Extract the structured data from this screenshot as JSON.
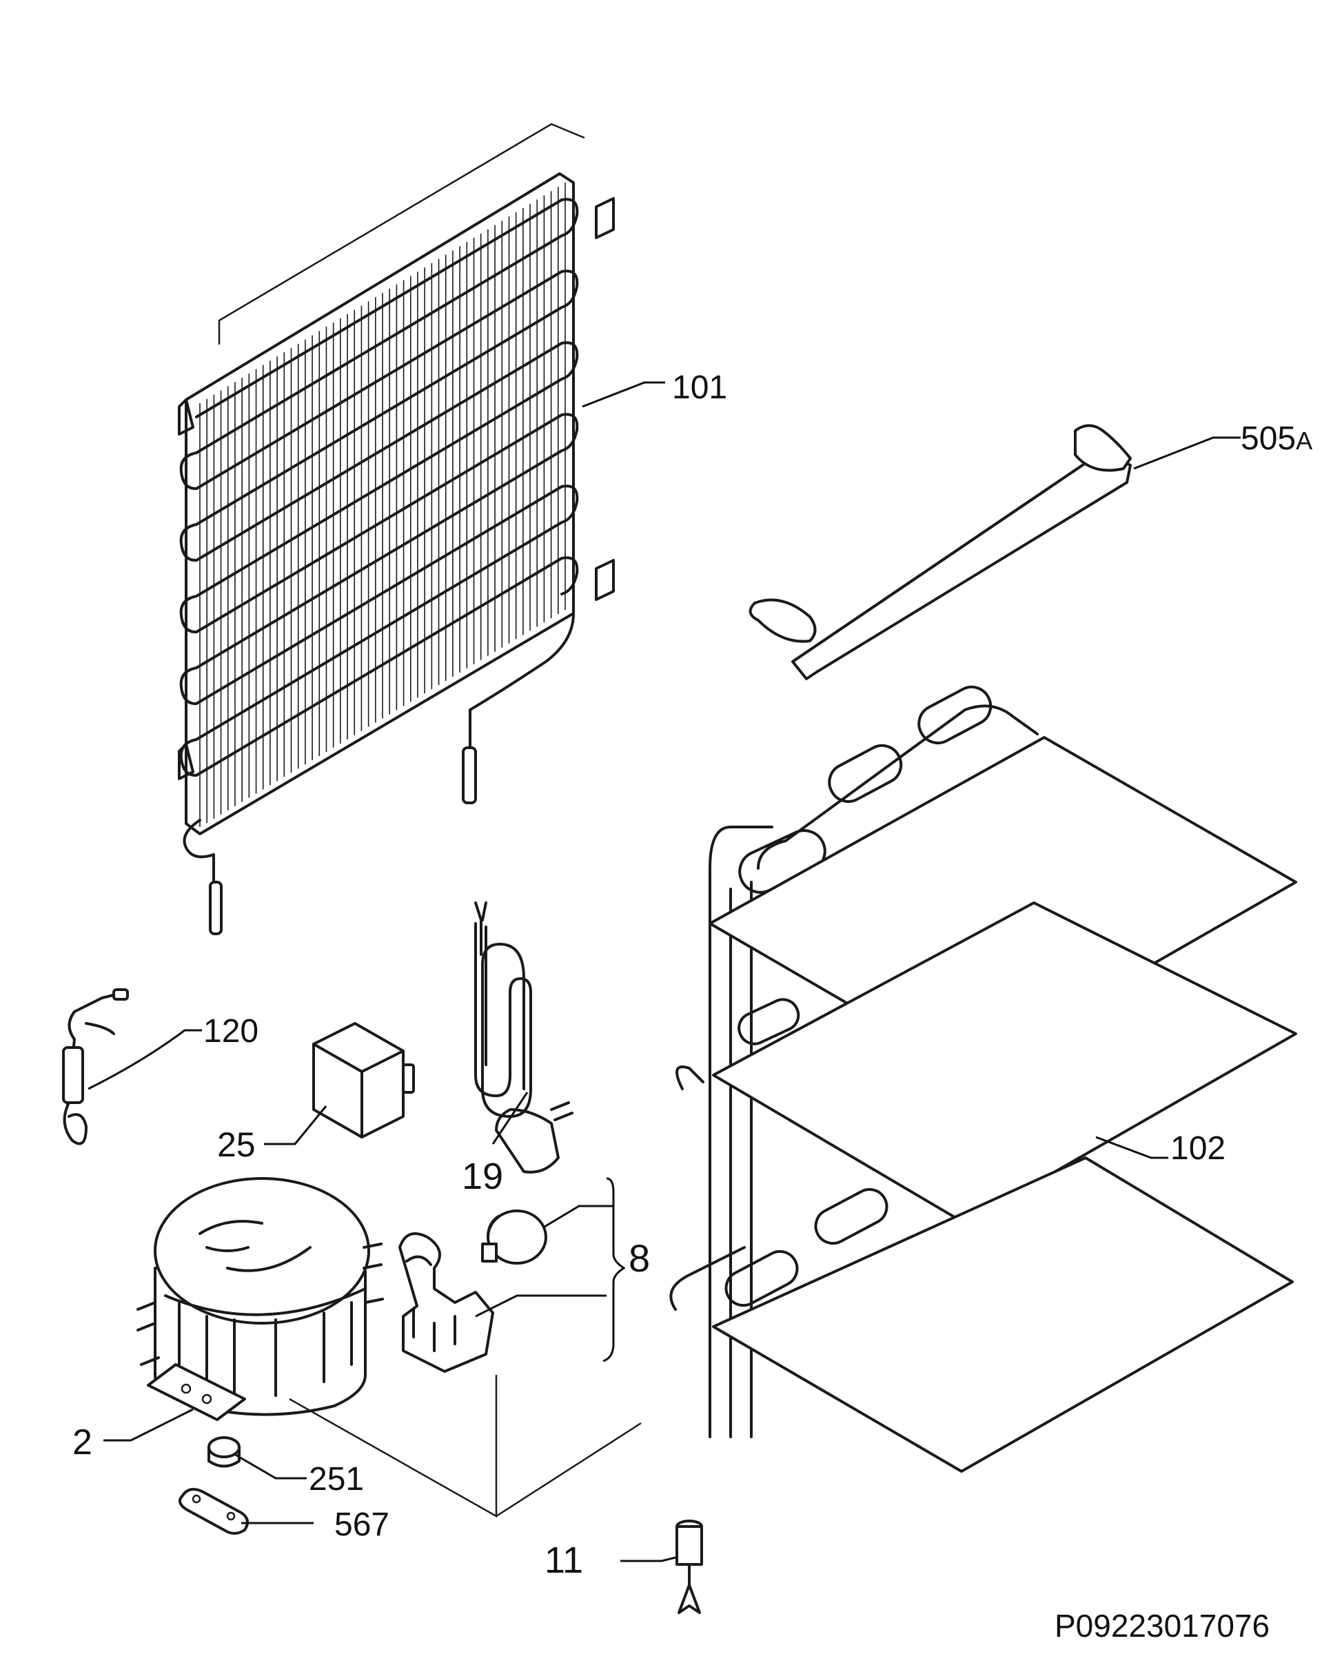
{
  "labels": {
    "l101": "101",
    "l505a": "505",
    "l505a_sub": "A",
    "l120": "120",
    "l25": "25",
    "l19": "19",
    "l8": "8",
    "l102": "102",
    "l2": "2",
    "l251": "251",
    "l567": "567",
    "l11": "11"
  },
  "drawing_code": "P09223017076",
  "colors": {
    "ink": "#111111",
    "paper": "#ffffff"
  }
}
